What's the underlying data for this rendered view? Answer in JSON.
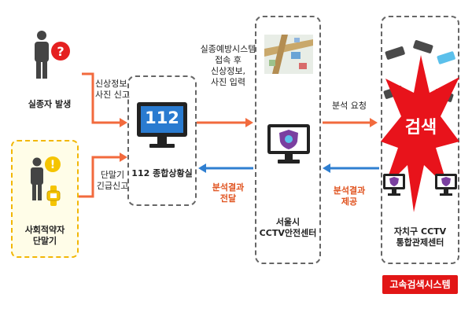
{
  "actors": {
    "missing_person": "실종자 발생",
    "vulnerable": "사회적약자\n단말기"
  },
  "flows": {
    "report": "신상정보,\n사진 신고",
    "emergency": "단말기\n긴급신고",
    "system_access": "실종예방시스템\n접속 후\n신상정보,\n사진 입력",
    "analysis_result_deliver": "분석결과\n전달",
    "analysis_request": "분석 요청",
    "analysis_result_provide": "분석결과\n제공"
  },
  "nodes": {
    "situation_room": "112 종합상황실",
    "monitor_number": "112",
    "seoul_center": "서울시\nCCTV안전센터",
    "district_center": "자치구 CCTV\n통합관제센터",
    "search_burst": "검색",
    "fast_search_system": "고속검색시스템"
  },
  "colors": {
    "flow_orange": "#f26a3d",
    "flow_blue": "#2f7fd1",
    "burst_red": "#e8131b",
    "alert_red": "#e52020",
    "alert_yellow": "#f5c400",
    "monitor_blue": "#2a7bd0"
  }
}
